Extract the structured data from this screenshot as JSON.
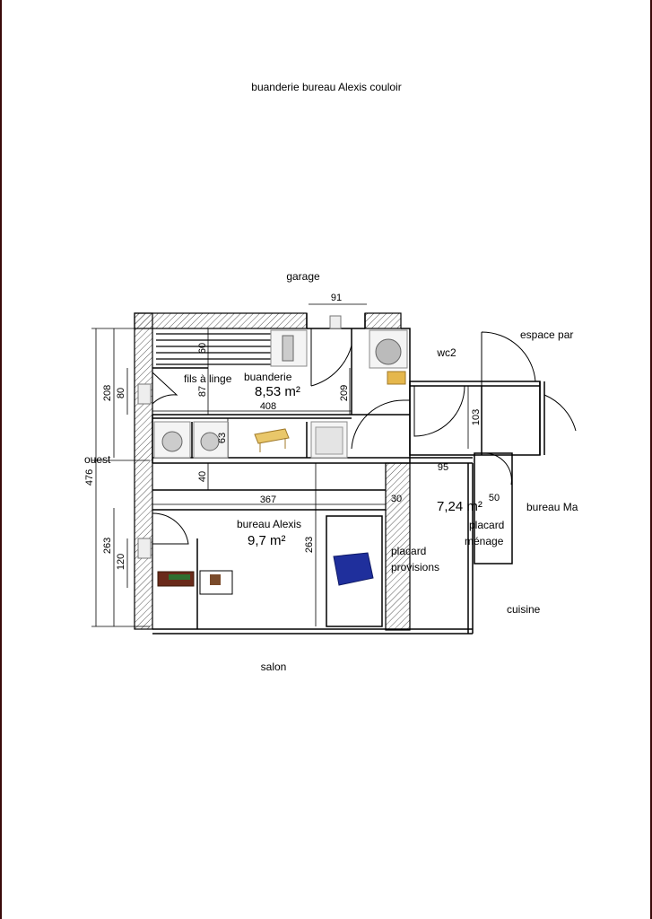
{
  "title": "buanderie bureau Alexis couloir",
  "labels": {
    "garage": "garage",
    "wc2": "wc2",
    "espace": "espace par",
    "fils": "fils à linge",
    "buanderie": "buanderie",
    "buanderie_area": "8,53 m²",
    "ouest": "ouest",
    "bureau_alexis": "bureau Alexis",
    "bureau_area": "9,7 m²",
    "placard_prov_1": "placard",
    "placard_prov_2": "provisions",
    "couloir_area": "7,24 m²",
    "placard_men_1": "placard",
    "placard_men_2": "ménage",
    "bureau_m": "bureau Ma",
    "cuisine": "cuisine",
    "salon": "salon"
  },
  "dimensions": {
    "d91": "91",
    "d408": "408",
    "d367": "367",
    "d95": "95",
    "d30": "30",
    "d50": "50",
    "d60": "60",
    "d87": "87",
    "d209": "209",
    "d63": "63",
    "d40": "40",
    "d263a": "263",
    "d263b": "263",
    "d103": "103",
    "d208": "208",
    "d80": "80",
    "d476": "476",
    "d120": "120"
  },
  "colors": {
    "frame": "#3a0a0a",
    "wall": "#000000",
    "hatch": "#555555",
    "table": "#e9c76a",
    "sofa": "#1f2f9c",
    "desk": "#6a2a1a",
    "shelf": "#e5b74c"
  }
}
